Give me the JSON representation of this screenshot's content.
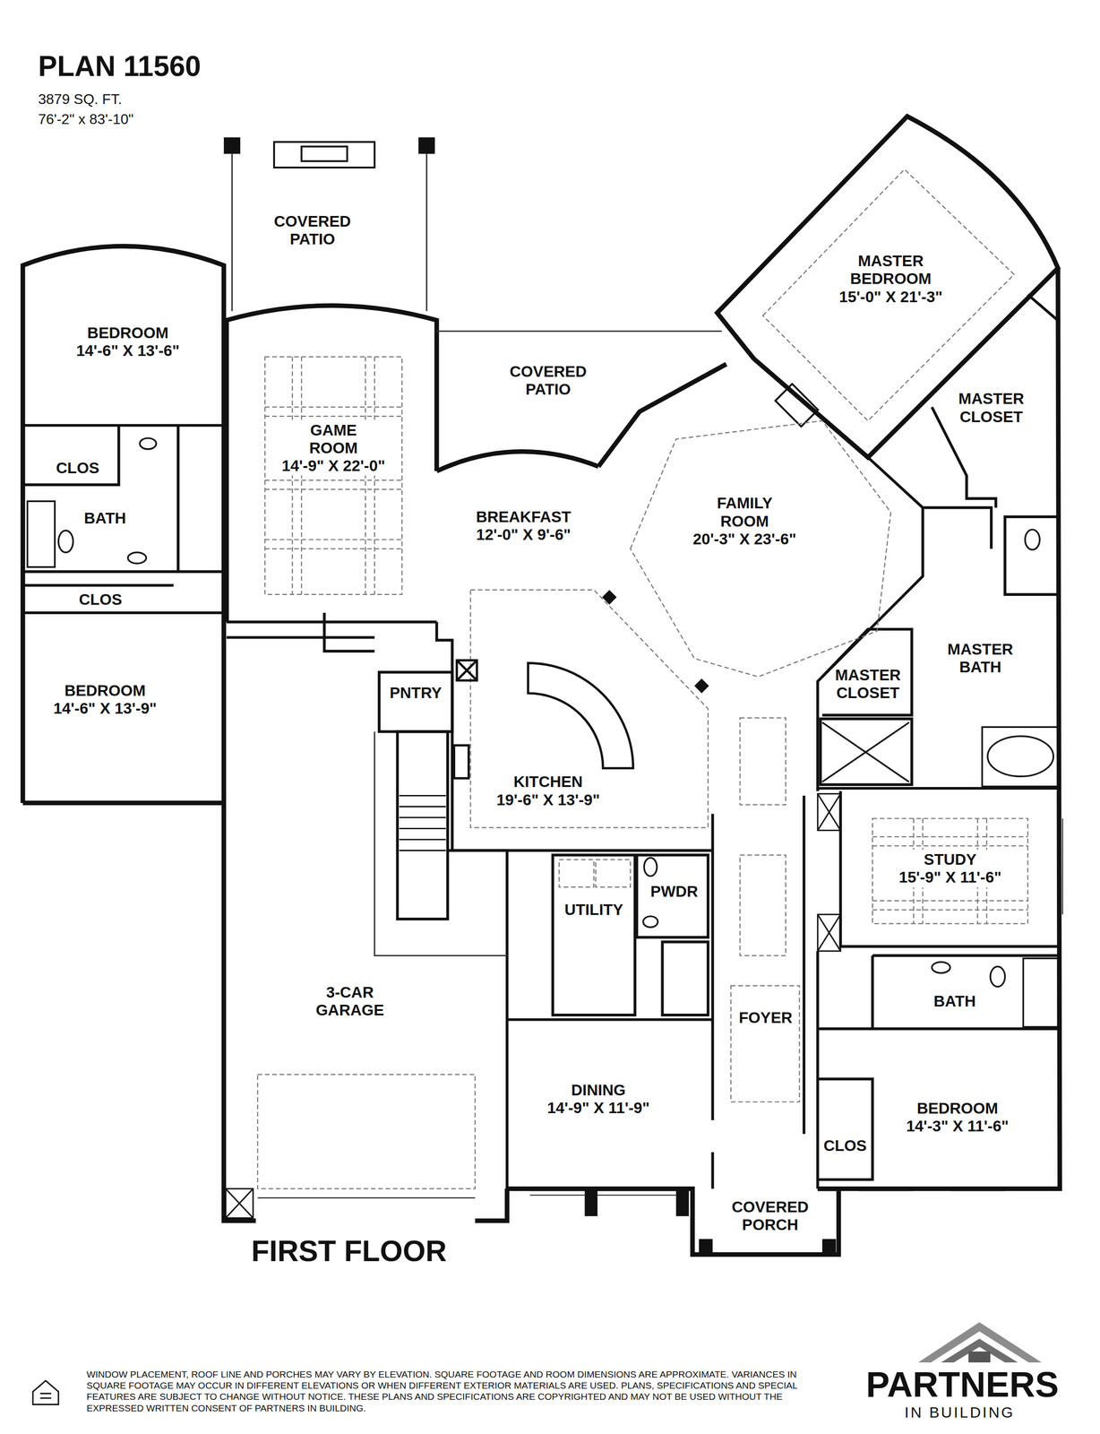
{
  "diagram": {
    "title": "PLAN 11560",
    "nodes": [
      {
        "text": [
          "COVERED PATIO"
        ]
      },
      {
        "text": [
          "MASTER BEDROOM",
          "15'-0\" X 21'-3\""
        ]
      },
      {
        "text": [
          "BEDROOM",
          "14'-6\" X 13'-6\""
        ]
      },
      {
        "text": [
          "COVERED PATIO"
        ]
      },
      {
        "text": [
          "MASTER CLOSET"
        ]
      },
      {
        "text": [
          "GAME ROOM",
          "14'-9\" X 22'-0\""
        ]
      },
      {
        "text": [
          "CLOS"
        ]
      },
      {
        "text": [
          "BATH"
        ]
      },
      {
        "text": [
          "BREAKFAST",
          "12'-0\" X 9'-6\""
        ]
      },
      {
        "text": [
          "FAMILY ROOM",
          "20'-3\" X 23'-6\""
        ]
      },
      {
        "text": [
          "CLOS"
        ]
      },
      {
        "text": [
          "MASTER BATH"
        ]
      },
      {
        "text": [
          "MASTER CLOSET"
        ]
      },
      {
        "text": [
          "PNTRY"
        ]
      },
      {
        "text": [
          "BEDROOM",
          "14'-6\" X 13'-9\""
        ]
      },
      {
        "text": [
          "KITCHEN",
          "19'-6\" X 13'-9\""
        ]
      },
      {
        "text": [
          "STUDY",
          "15'-9\" X 11'-6\""
        ]
      },
      {
        "text": [
          "PWDR"
        ]
      },
      {
        "text": [
          "UTILITY"
        ]
      },
      {
        "text": [
          "3-CAR GARAGE"
        ]
      },
      {
        "text": [
          "BATH"
        ]
      },
      {
        "text": [
          "FOYER"
        ]
      },
      {
        "text": [
          "DINING",
          "14'-9\" X 11'-9\""
        ]
      },
      {
        "text": [
          "BEDROOM",
          "14'-3\" X 11'-6\""
        ]
      },
      {
        "text": [
          "CLOS"
        ]
      },
      {
        "text": [
          "COVERED PORCH"
        ]
      }
    ],
    "labels": [
      "3879 SQ. FT.",
      "76'-2\" x 83'-10\"",
      "FIRST FLOOR",
      "WINDOW PLACEMENT, ROOF LINE AND PORCHES MAY VARY BY ELEVATION. SQUARE FOOTAGE AND ROOM DIMENSIONS ARE APPROXIMATE. VARIANCES IN SQUARE FOOTAGE MAY OCCUR IN DIFFERENT ELEVATIONS OR WHEN DIFFERENT EXTERIOR MATERIALS ARE USED. PLANS, SPECIFICATIONS AND SPECIAL FEATURES ARE SUBJECT TO CHANGE WITHOUT NOTICE. THESE PLANS AND SPECIFICATIONS ARE COPYRIGHTED AND MAY NOT BE USED WITHOUT THE EXPRESSED WRITTEN CONSENT OF PARTNERS IN BUILDING.",
      "PARTNERS",
      "IN BUILDING"
    ]
  }
}
